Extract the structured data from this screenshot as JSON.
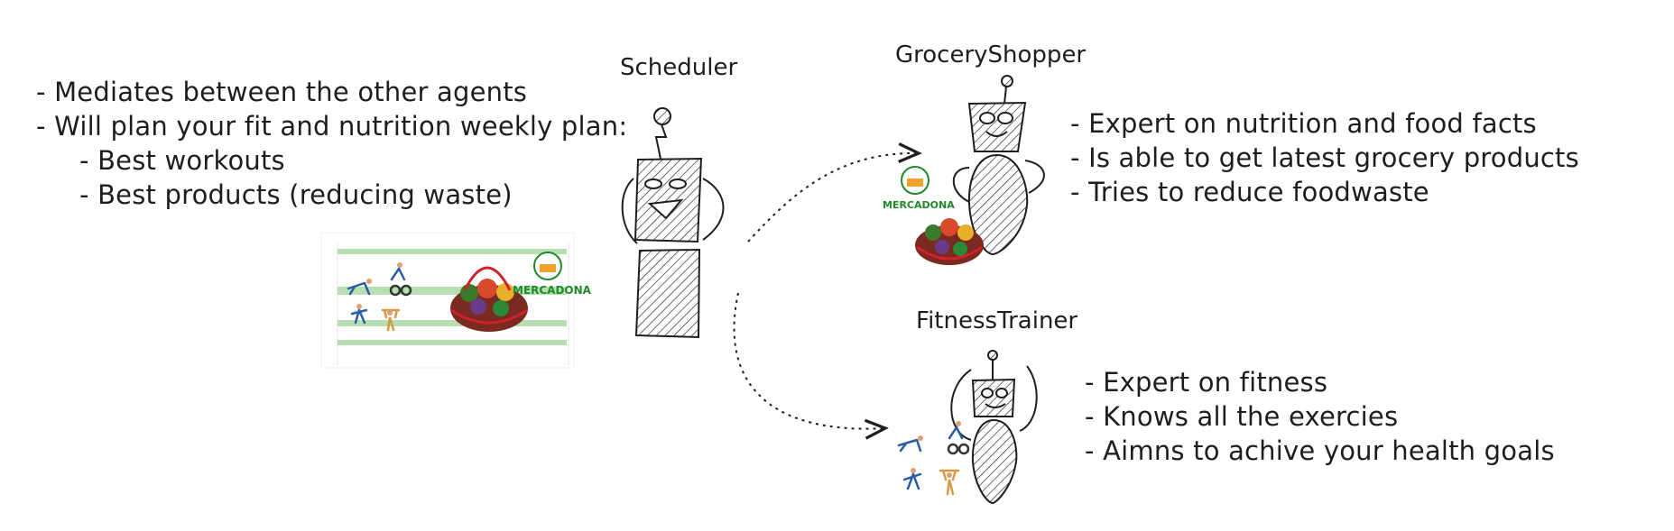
{
  "scheduler": {
    "title": "Scheduler",
    "notes": [
      "- Mediates between the other agents",
      "- Will plan your fit and nutrition weekly plan:"
    ],
    "sub_notes": [
      "- Best workouts",
      "- Best products (reducing waste)"
    ]
  },
  "grocery_shopper": {
    "title": "GroceryShopper",
    "notes": [
      "- Expert on nutrition and food facts",
      "- Is able to get latest grocery products",
      "- Tries to reduce foodwaste"
    ]
  },
  "fitness_trainer": {
    "title": "FitnessTrainer",
    "notes": [
      "- Expert on fitness",
      "- Knows all the exercies",
      "- Aimns to achive your health goals"
    ]
  },
  "logo_text": "MERCADONA",
  "colors": {
    "ink": "#1e1e1e",
    "schedule_bar": "#b7dfb2",
    "logo_green": "#1f8a2a",
    "basket_red": "#d0202b",
    "logo_orange": "#f2a12a"
  }
}
